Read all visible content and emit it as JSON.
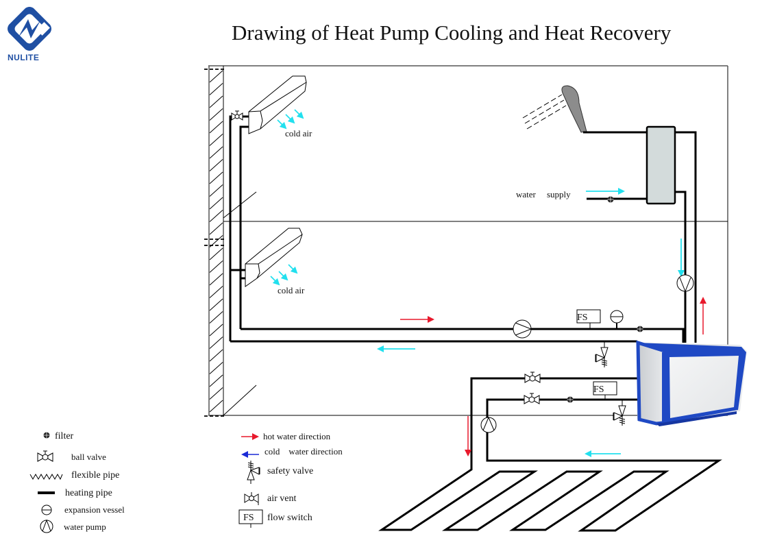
{
  "logo": {
    "brand": "NULITE",
    "icon": "nulite-logo-icon",
    "brand_color": "#1f4fa3"
  },
  "title": "Drawing of Heat Pump Cooling and Heat Recovery",
  "labels": {
    "cold_air_upper": "cold air",
    "cold_air_lower": "cold air",
    "water_supply_1": "water",
    "water_supply_2": "supply",
    "fs_main": "FS",
    "fs_floor": "FS"
  },
  "colors": {
    "hot_water_arrow": "#e8192c",
    "cold_water_arrow": "#22e0ee",
    "cold_legend_arrow": "#1a2ad6",
    "unit_blue": "#1f49c4",
    "tank_fill": "#d3dbdb",
    "shower_fill": "#8c8c8c"
  },
  "legend_left": [
    {
      "icon": "filter-icon",
      "label": "filter"
    },
    {
      "icon": "ball-valve-icon",
      "label": "ball valve"
    },
    {
      "icon": "flexible-pipe-icon",
      "label": "flexible pipe"
    },
    {
      "icon": "heating-pipe-icon",
      "label": "heating pipe"
    },
    {
      "icon": "expansion-vessel-icon",
      "label": "expansion vessel"
    },
    {
      "icon": "water-pump-icon",
      "label": "water pump"
    }
  ],
  "legend_right": [
    {
      "icon": "hot-water-arrow-icon",
      "label": "hot water direction"
    },
    {
      "icon": "cold-water-arrow-icon",
      "label": "cold    water direction"
    },
    {
      "icon": "safety-valve-icon",
      "label": "safety valve"
    },
    {
      "icon": "air-vent-icon",
      "label": "air vent"
    },
    {
      "icon": "flow-switch-icon",
      "label": "flow switch",
      "box_text": "FS"
    }
  ]
}
